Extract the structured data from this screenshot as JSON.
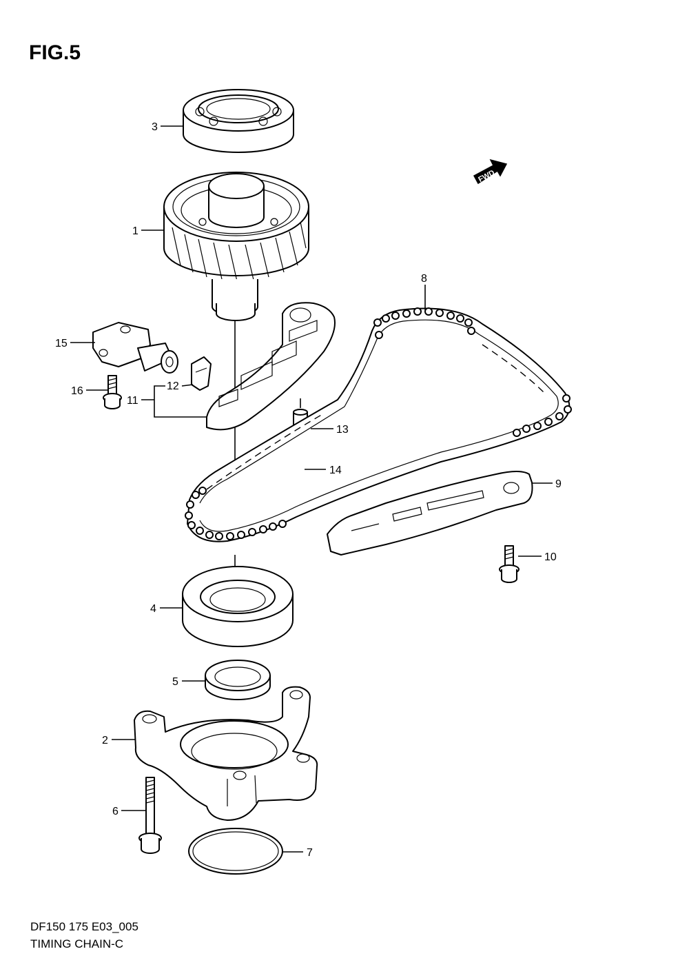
{
  "figure": {
    "title": "FIG.5",
    "code": "DF150 175 E03_005",
    "name": "TIMING CHAIN-C",
    "fwd_label": "FWD"
  },
  "callouts": {
    "c1": "1",
    "c2": "2",
    "c3": "3",
    "c4": "4",
    "c5": "5",
    "c6": "6",
    "c7": "7",
    "c8": "8",
    "c9": "9",
    "c10": "10",
    "c11": "11",
    "c12": "12",
    "c13": "13",
    "c14": "14",
    "c15": "15",
    "c16": "16"
  }
}
